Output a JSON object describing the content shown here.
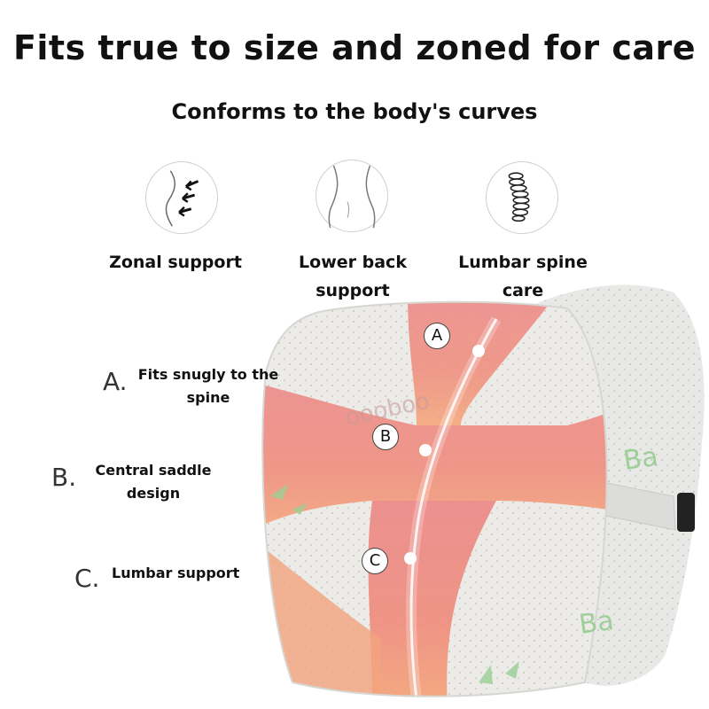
{
  "header": {
    "title": "Fits true to size and zoned for care",
    "subtitle": "Conforms to the body's curves"
  },
  "features": [
    {
      "icon": "body-curve-arrows-icon",
      "label_line1": "Zonal support",
      "label_line2": ""
    },
    {
      "icon": "lower-back-torso-icon",
      "label_line1": "Lower back",
      "label_line2": "support"
    },
    {
      "icon": "spine-icon",
      "label_line1": "Lumbar spine",
      "label_line2": "care"
    }
  ],
  "annotations": [
    {
      "letter": "A.",
      "text_line1": "Fits snugly to the",
      "text_line2": "spine"
    },
    {
      "letter": "B.",
      "text_line1": "Central saddle",
      "text_line2": "design"
    },
    {
      "letter": "C.",
      "text_line1": "Lumbar support",
      "text_line2": ""
    }
  ],
  "markers": [
    "A",
    "B",
    "C"
  ],
  "colors": {
    "zone_pink": "#ee8d88",
    "zone_peach": "#f4a27c",
    "cushion_fabric": "#ececea",
    "bamboo_green": "#8fc48c"
  }
}
